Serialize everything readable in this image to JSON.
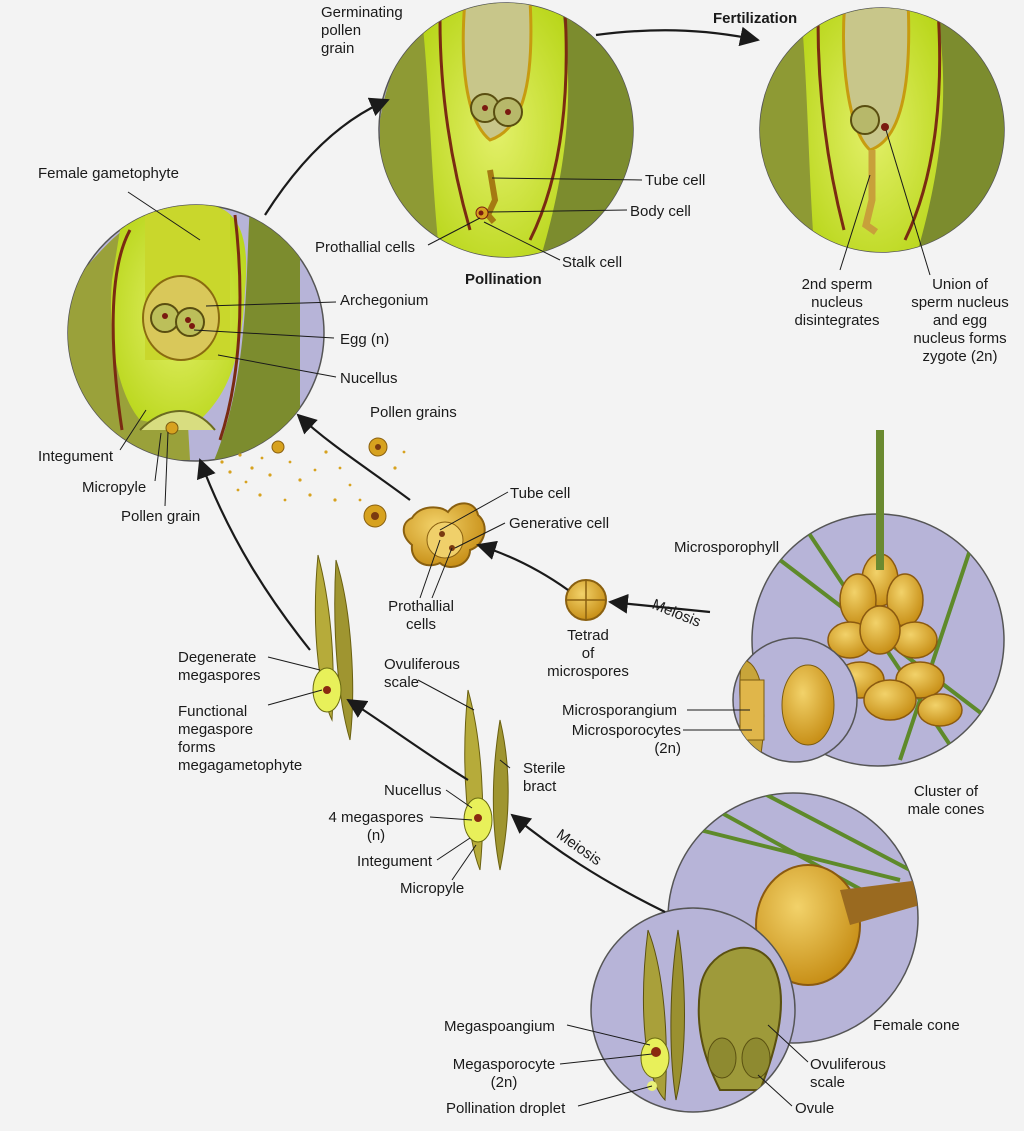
{
  "diagram": {
    "stages": {
      "germinating_pollen_grain": "Germinating\npollen\ngrain",
      "fertilization": "Fertilization",
      "pollination": "Pollination"
    },
    "labels": {
      "female_gametophyte": "Female gametophyte",
      "archegonium": "Archegonium",
      "egg": "Egg (n)",
      "nucellus_top": "Nucellus",
      "integument_top": "Integument",
      "micropyle_top": "Micropyle",
      "pollen_grain": "Pollen grain",
      "tube_cell_top": "Tube cell",
      "body_cell": "Body cell",
      "prothallial_cells_top": "Prothallial cells",
      "stalk_cell": "Stalk cell",
      "second_sperm": "2nd sperm\nnucleus\ndisintegrates",
      "union_sperm": "Union of\nsperm nucleus\nand egg\nnucleus forms\nzygote (2n)",
      "pollen_grains": "Pollen grains",
      "tube_cell_mid": "Tube cell",
      "generative_cell": "Generative cell",
      "prothallial_cells_mid": "Prothallial\ncells",
      "tetrad": "Tetrad\nof\nmicrospores",
      "meiosis_upper": "Meiosis",
      "microsporophyll": "Microsporophyll",
      "microsporangium": "Microsporangium",
      "microsporocytes": "Microsporocytes\n(2n)",
      "cluster_male_cones": "Cluster of\nmale cones",
      "degenerate_megaspores": "Degenerate\nmegaspores",
      "functional_megaspore": "Functional\nmegaspore\nforms\nmegagametophyte",
      "ovuliferous_scale_mid": "Ovuliferous\nscale",
      "sterile_bract": "Sterile\nbract",
      "nucellus_mid": "Nucellus",
      "four_megaspores": "4 megaspores\n(n)",
      "integument_mid": "Integument",
      "micropyle_mid": "Micropyle",
      "meiosis_lower": "Meiosis",
      "female_cone": "Female cone",
      "megasporangium": "Megaspoangium",
      "megasporocyte": "Megasporocyte\n(2n)",
      "pollination_droplet": "Pollination droplet",
      "ovuliferous_scale_bottom": "Ovuliferous\nscale",
      "ovule": "Ovule"
    },
    "colors": {
      "background": "#f3f3f3",
      "circle_bg": "#b7b4d8",
      "gametophyte": "#c8e21c",
      "tissue": "#cfd56a",
      "integument": "#6f7a2a",
      "gold": "#d7a21f",
      "arrow": "#1a1a1a"
    }
  }
}
